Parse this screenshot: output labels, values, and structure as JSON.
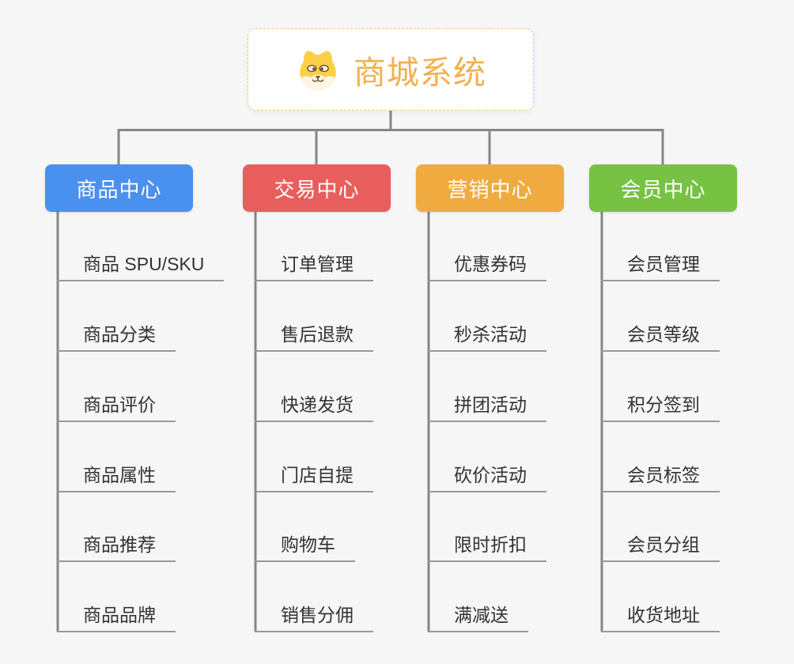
{
  "canvas": {
    "background_color": "#f6f6f6",
    "connector_color": "#868686",
    "leaf_underline_color": "#989898",
    "leaf_text_color": "#333333"
  },
  "root": {
    "title": "商城系统",
    "icon": "dog-face-icon",
    "title_color": "#f1b14f",
    "border_color": "#f2c879"
  },
  "branches": [
    {
      "label": "商品中心",
      "color": "#4a90ee",
      "children": [
        "商品 SPU/SKU",
        "商品分类",
        "商品评价",
        "商品属性",
        "商品推荐",
        "商品品牌"
      ]
    },
    {
      "label": "交易中心",
      "color": "#e85e5c",
      "children": [
        "订单管理",
        "售后退款",
        "快递发货",
        "门店自提",
        "购物车",
        "销售分佣"
      ]
    },
    {
      "label": "营销中心",
      "color": "#efab3f",
      "children": [
        "优惠券码",
        "秒杀活动",
        "拼团活动",
        "砍价活动",
        "限时折扣",
        "满减送"
      ]
    },
    {
      "label": "会员中心",
      "color": "#77c243",
      "children": [
        "会员管理",
        "会员等级",
        "积分签到",
        "会员标签",
        "会员分组",
        "收货地址"
      ]
    }
  ]
}
